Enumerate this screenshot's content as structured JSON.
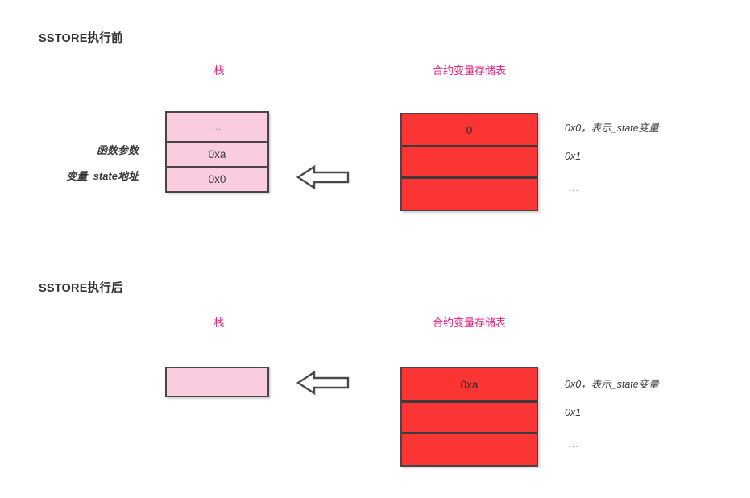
{
  "sections": [
    {
      "title": "SSTORE执行前",
      "stack_caption": "栈",
      "storage_caption": "合约变量存储表",
      "stack_left_labels": [
        "函数参数",
        "变量_state地址"
      ],
      "stack_cells": [
        "...",
        "0xa",
        "0x0"
      ],
      "storage_cells": [
        "0",
        "",
        ""
      ],
      "storage_notes": [
        "0x0，表示_state变量",
        "0x1",
        "...."
      ],
      "arrow": "left-arrow"
    },
    {
      "title": "SSTORE执行后",
      "stack_caption": "栈",
      "storage_caption": "合约变量存储表",
      "stack_left_labels": [],
      "stack_cells": [
        "..."
      ],
      "storage_cells": [
        "0xa",
        "",
        ""
      ],
      "storage_notes": [
        "0x0，表示_state变量",
        "0x1",
        "...."
      ],
      "arrow": "left-arrow"
    }
  ],
  "colors": {
    "stack_fill": "#f9cce0",
    "storage_fill": "#fb3434",
    "border": "#4a4348",
    "caption": "#e0217e",
    "text": "#3a3a3a"
  }
}
